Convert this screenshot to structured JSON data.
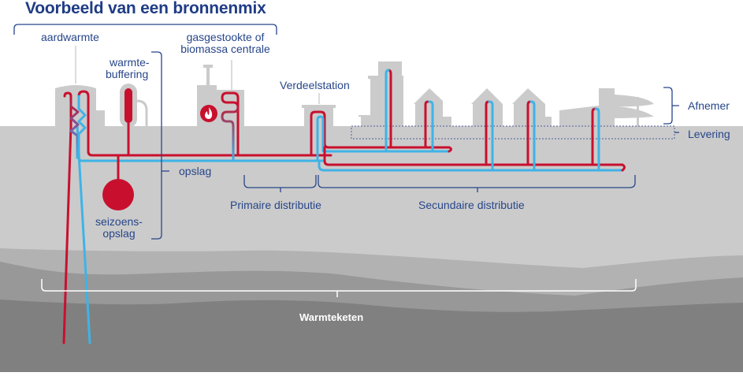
{
  "title": "Voorbeeld van een bronnenmix",
  "labels": {
    "aardwarmte": "aardwarmte",
    "gas_line1": "gasgestookte of",
    "gas_line2": "biomassa centrale",
    "buffer_line1": "warmte-",
    "buffer_line2": "buffering",
    "verdeelstation": "Verdeelstation",
    "afnemer": "Afnemer",
    "levering": "Levering",
    "opslag": "opslag",
    "seizoens_line1": "seizoens-",
    "seizoens_line2": "opslag",
    "primaire": "Primaire distributie",
    "secundaire": "Secundaire distributie",
    "warmteketen": "Warmteketen"
  },
  "icons": {
    "flame": "flame-icon"
  },
  "colors": {
    "hot_pipe": "#c8102e",
    "cold_pipe": "#3fb3e6",
    "label": "#27468a",
    "ground_top": "#cbcbcb",
    "ground_2": "#b2b2b2",
    "ground_3": "#989898",
    "ground_4": "#808080",
    "buildings": "#cbcbcb"
  }
}
